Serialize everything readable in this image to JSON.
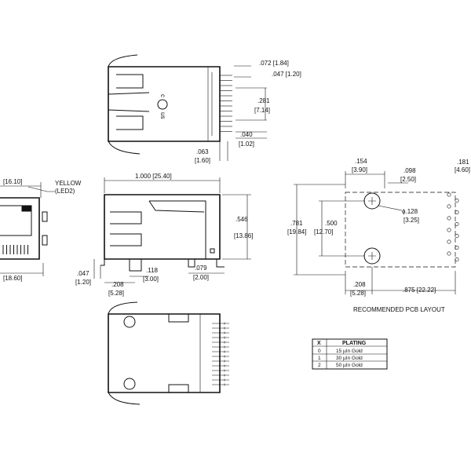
{
  "dimensions": {
    "top_pitch": ".072 [1.84]",
    "top_pin_width": ".047 [1.20]",
    "top_pin_span": ".281",
    "top_pin_span_mm": "[7.14]",
    "top_pin_edge": ".040",
    "top_pin_edge_mm": "[1.02]",
    "top_standoff": ".063",
    "top_standoff_mm": "[1.60]",
    "side_length": "1.000 [25.40]",
    "side_height": ".546",
    "side_height_mm": "[13.86]",
    "side_peg_offset": ".047",
    "side_peg_offset_mm": "[1.20]",
    "side_peg_pos": ".208",
    "side_peg_pos_mm": "[5.28]",
    "side_peg_dia": ".118",
    "side_peg_dia_mm": "[3.00]",
    "side_tail": ".079",
    "side_tail_mm": "[2.00]",
    "front_height": "[16.10]",
    "front_width": "[18.60]",
    "pcb_pin_row": ".154",
    "pcb_pin_row_mm": "[3.90]",
    "pcb_pin_dia": ".098",
    "pcb_pin_dia_mm": "[2.50]",
    "pcb_right": ".181",
    "pcb_right_mm": "[4.60]",
    "pcb_hole_dia": "ϕ.128",
    "pcb_hole_dia_mm": "[3.25]",
    "pcb_overall": ".781",
    "pcb_overall_mm": "[19.84]",
    "pcb_hole_span": ".500",
    "pcb_hole_span_mm": "[12.70]",
    "pcb_hole_offset": ".208",
    "pcb_hole_offset_mm": "[5.28]",
    "pcb_length": ".875 [22.22]"
  },
  "labels": {
    "led_color": "YELLOW",
    "led_name": "(LED2)",
    "ul_mark_left": "c",
    "ul_mark_right": "us",
    "pcb_layout_title": "RECOMMENDED PCB LAYOUT"
  },
  "plating_table": {
    "headers": [
      "X",
      "PLATING"
    ],
    "rows": [
      [
        "0",
        "15 µIn Gold"
      ],
      [
        "1",
        "30 µIn Gold"
      ],
      [
        "2",
        "50 µIn Gold"
      ]
    ]
  }
}
